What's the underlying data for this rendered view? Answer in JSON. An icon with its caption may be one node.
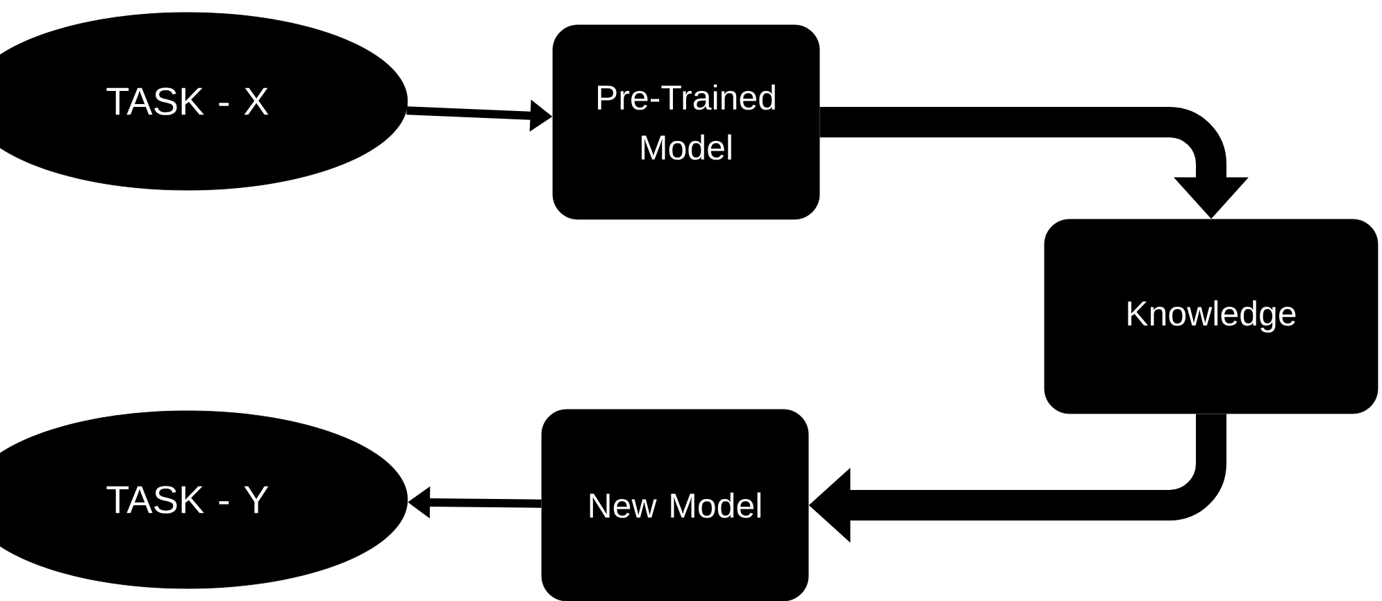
{
  "diagram": {
    "nodes": [
      {
        "text": [
          "TASK - X"
        ]
      },
      {
        "text": [
          "Pre-Trained Model"
        ]
      },
      {
        "text": [
          "Knowledge"
        ]
      },
      {
        "text": [
          "New Model"
        ]
      },
      {
        "text": [
          "TASK - Y"
        ]
      }
    ],
    "edges": [
      {
        "from": 0,
        "to": 1,
        "arrow": "to"
      },
      {
        "from": 1,
        "to": 2,
        "arrow": "to",
        "style": "thick"
      },
      {
        "from": 2,
        "to": 3,
        "arrow": "to",
        "style": "thick"
      },
      {
        "from": 3,
        "to": 4,
        "arrow": "to"
      }
    ]
  }
}
